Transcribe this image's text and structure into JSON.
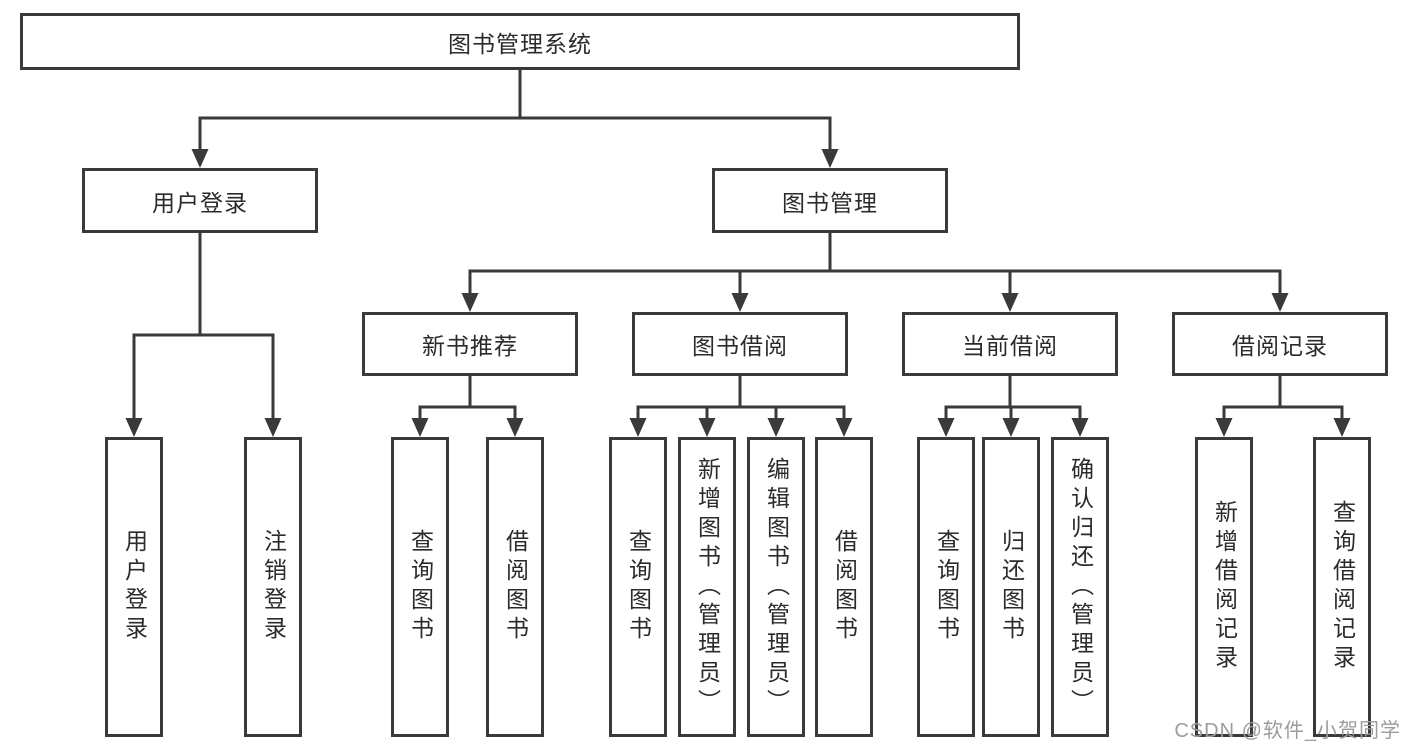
{
  "diagram": {
    "root": {
      "label": "图书管理系统"
    },
    "branches": [
      {
        "label": "用户登录",
        "children": [
          {
            "label": "用户登录"
          },
          {
            "label": "注销登录"
          }
        ]
      },
      {
        "label": "图书管理",
        "children": [
          {
            "label": "新书推荐",
            "children": [
              {
                "label": "查询图书"
              },
              {
                "label": "借阅图书"
              }
            ]
          },
          {
            "label": "图书借阅",
            "children": [
              {
                "label": "查询图书"
              },
              {
                "label": "新增图书（管理员）"
              },
              {
                "label": "编辑图书（管理员）"
              },
              {
                "label": "借阅图书"
              }
            ]
          },
          {
            "label": "当前借阅",
            "children": [
              {
                "label": "查询图书"
              },
              {
                "label": "归还图书"
              },
              {
                "label": "确认归还（管理员）"
              }
            ]
          },
          {
            "label": "借阅记录",
            "children": [
              {
                "label": "新增借阅记录"
              },
              {
                "label": "查询借阅记录"
              }
            ]
          }
        ]
      }
    ]
  },
  "watermark": {
    "text": "CSDN @软件_小贺同学"
  },
  "colors": {
    "line": "#3a3a3a",
    "text": "#2b2b2b",
    "watermark": "#9c9c9c",
    "background": "#ffffff"
  }
}
